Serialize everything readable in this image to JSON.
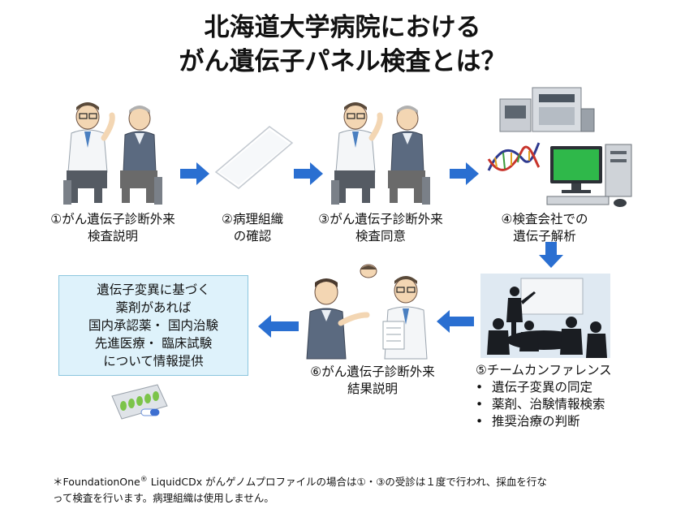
{
  "title": {
    "line1": "北海道大学病院における",
    "line2": "がん遺伝子パネル検査とは？"
  },
  "steps": [
    {
      "line1": "①がん遺伝子診断外来",
      "line2": "検査説明"
    },
    {
      "line1": "②病理組織",
      "line2": "の確認"
    },
    {
      "line1": "③がん遺伝子診断外来",
      "line2": "検査同意"
    },
    {
      "line1": "④検査会社での",
      "line2": "遺伝子解析"
    },
    {
      "line1": "⑤チームカンファレンス",
      "bullets": [
        "遺伝子変異の同定",
        "薬剤、治験情報検索",
        "推奨治療の判断"
      ]
    },
    {
      "line1": "⑥がん遺伝子診断外来",
      "line2": "結果説明"
    }
  ],
  "info_box": {
    "lines": [
      "遺伝子変異に基づく",
      "薬剤があれば",
      "国内承認薬・ 国内治験",
      "先進医療・ 臨床試験",
      "について情報提供"
    ]
  },
  "footnote": {
    "prefix": "＊FoundationOne",
    "reg": "®",
    "rest": " LiquidCDx がんゲノムプロファイルの場合は①・③の受診は１度で行われ、採血を行な",
    "line2": "って検査を行います。病理組織は使用しません。"
  },
  "colors": {
    "arrow": "#2a6fd1",
    "box_bg": "#def2fb",
    "box_border": "#8cc6de"
  }
}
